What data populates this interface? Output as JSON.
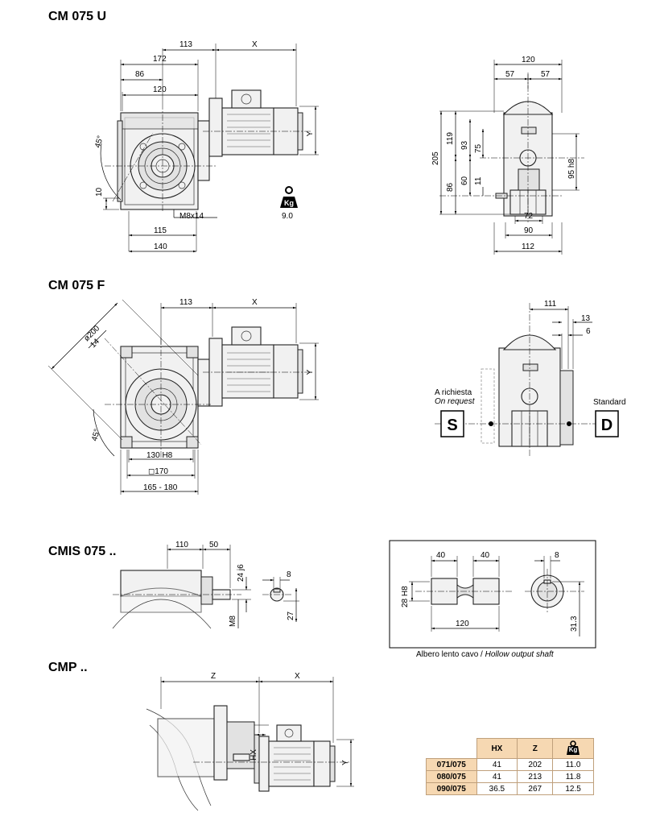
{
  "sections": {
    "cm075u": "CM 075 U",
    "cm075f": "CM 075 F",
    "cmis075": "CMIS 075 ..",
    "cmp": "CMP .."
  },
  "cm075u": {
    "dims": {
      "d113": "113",
      "x": "X",
      "d172": "172",
      "d86": "86",
      "d120": "120",
      "y": "Y",
      "angle45": "45°",
      "d10": "10",
      "m8x14": "M8x14",
      "d115": "115",
      "d140": "140",
      "weight": "9.0",
      "kg": "Kg"
    },
    "side": {
      "d120": "120",
      "d57a": "57",
      "d57b": "57",
      "d205": "205",
      "d119": "119",
      "d93": "93",
      "d75": "75",
      "d86": "86",
      "d60": "60",
      "d11": "11",
      "d95h8": "95 h8",
      "d72": "72",
      "d90": "90",
      "d112": "112"
    }
  },
  "cm075f": {
    "dims": {
      "d200": "ø200",
      "d14": "14",
      "d113": "113",
      "x": "X",
      "y": "Y",
      "angle45": "45°",
      "d130h8": "130 H8",
      "d170": "◻170",
      "d165_180": "165 - 180"
    },
    "side": {
      "d111": "111",
      "d13": "13",
      "d6": "6",
      "on_request_it": "A richiesta",
      "on_request_en": "On request",
      "standard": "Standard",
      "s": "S",
      "d": "D"
    }
  },
  "cmis075": {
    "d110": "110",
    "d50": "50",
    "d24j6": "24 j6",
    "m8": "M8",
    "d8": "8",
    "d27": "27"
  },
  "hollow_shaft": {
    "d40a": "40",
    "d40b": "40",
    "d8": "8",
    "d28h8": "28 H8",
    "d120": "120",
    "d31_3": "31.3",
    "caption_it": "Albero lento cavo / ",
    "caption_en": "Hollow output shaft"
  },
  "cmp": {
    "z": "Z",
    "x": "X",
    "hx": "HX",
    "y": "Y"
  },
  "table": {
    "headers": [
      "HX",
      "Z"
    ],
    "kg": "Kg",
    "rows": [
      {
        "label": "071/075",
        "hx": "41",
        "z": "202",
        "kg": "11.0"
      },
      {
        "label": "080/075",
        "hx": "41",
        "z": "213",
        "kg": "11.8"
      },
      {
        "label": "090/075",
        "hx": "36.5",
        "z": "267",
        "kg": "12.5"
      }
    ]
  }
}
